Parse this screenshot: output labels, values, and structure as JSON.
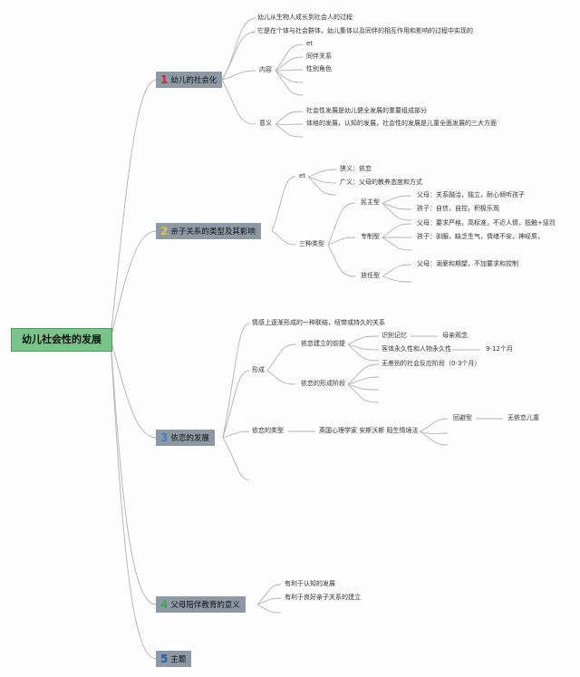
{
  "root": {
    "label": "幼儿社会性的发展"
  },
  "branches": [
    {
      "num": "1",
      "num_color": "#d4213a",
      "label": "幼儿的社会化"
    },
    {
      "num": "2",
      "num_color": "#e8c23c",
      "label": "亲子关系的类型及其影响"
    },
    {
      "num": "3",
      "num_color": "#3b7fd0",
      "label": "依恋的发展"
    },
    {
      "num": "4",
      "num_color": "#3ea34e",
      "label": "父母陪伴教育的意义"
    },
    {
      "num": "5",
      "num_color": "#2d57a8",
      "label": "主题"
    }
  ],
  "b1": {
    "line1": "幼儿从生物人成长到社会人的过程",
    "line2": "它是在个体与社会群体，幼儿集体以及同伴的相互作用和影响的过程中实现的",
    "content": "内容",
    "content_items": [
      "et",
      "同伴关系",
      "性别角色"
    ],
    "meaning": "意义",
    "meaning_items": [
      "社会性发展是幼儿健全发展的重要组成部分",
      "体格的发展，认知的发展，社会性的发展是儿童全面发展的三大方面"
    ]
  },
  "b2": {
    "et": "et",
    "narrow": "狭义：依恋",
    "broad": "广义：父母的教养态度和方式",
    "three_types": "三种类型",
    "democratic": "民主型",
    "demo_parent": "父母：关系融洽，独立，耐心倾听孩子",
    "demo_child": "孩子：自信，自控，积极乐观",
    "autocratic": "专制型",
    "auto_parent": "父母：要求严格，高标准，不近人情，抵触+惩罚",
    "auto_child": "孩子：驯服，缺乏生气，情绪不安，神经质，",
    "permissive": "放任型",
    "perm_parent": "父母：溺爱和期望，不加要求和控制"
  },
  "b3": {
    "definition": "情感上逐渐形成的一种联结，纽带或持久的关系",
    "formation": "形成",
    "premise": "依恋建立的前提",
    "recognition": "识别记忆",
    "mother_concept": "母亲观念",
    "object_perm": "客体永久性和人物永久性",
    "months": "9-12个月",
    "stage": "依恋的形成阶段",
    "stage1": "无差别的社会反应阶段（0-3个月）",
    "types": "依恋的类型",
    "ainsworth": "英国心理学家 安斯沃斯 陌生情境法",
    "avoidant": "回避型",
    "no_attach": "无依恋儿童"
  },
  "b4": {
    "item1": "有利于认知的发展",
    "item2": "有利于良好亲子关系的建立"
  }
}
